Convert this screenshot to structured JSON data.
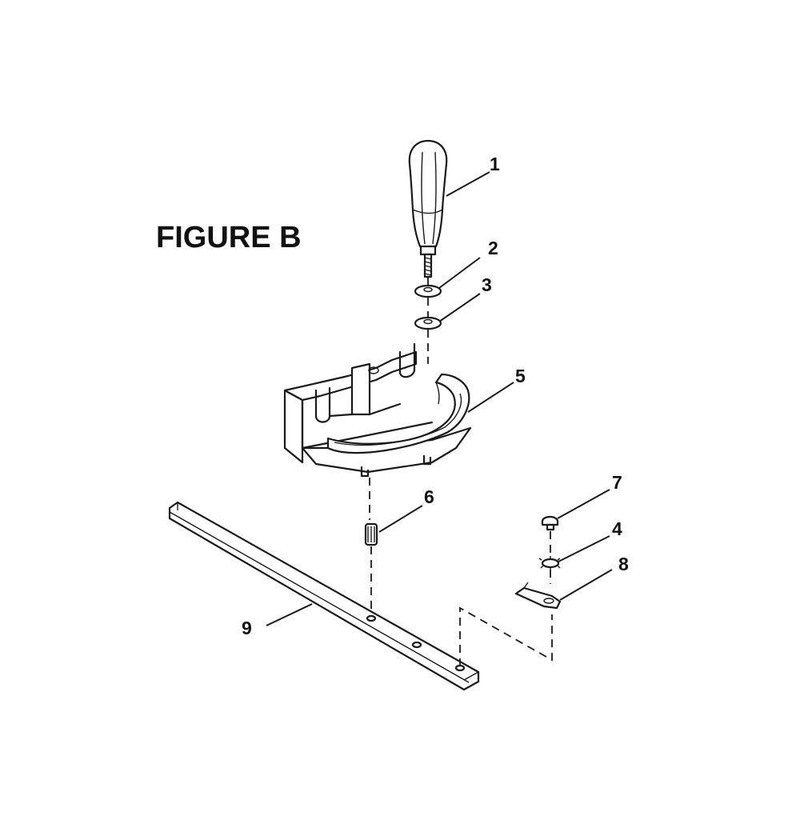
{
  "figure": {
    "title": "FIGURE B"
  },
  "callouts": [
    {
      "id": "1",
      "part": "knob-handle"
    },
    {
      "id": "2",
      "part": "washer-upper"
    },
    {
      "id": "3",
      "part": "washer-lower"
    },
    {
      "id": "4",
      "part": "lock-washer"
    },
    {
      "id": "5",
      "part": "miter-gauge-body"
    },
    {
      "id": "6",
      "part": "pin"
    },
    {
      "id": "7",
      "part": "screw"
    },
    {
      "id": "8",
      "part": "pointer"
    },
    {
      "id": "9",
      "part": "miter-bar"
    }
  ]
}
